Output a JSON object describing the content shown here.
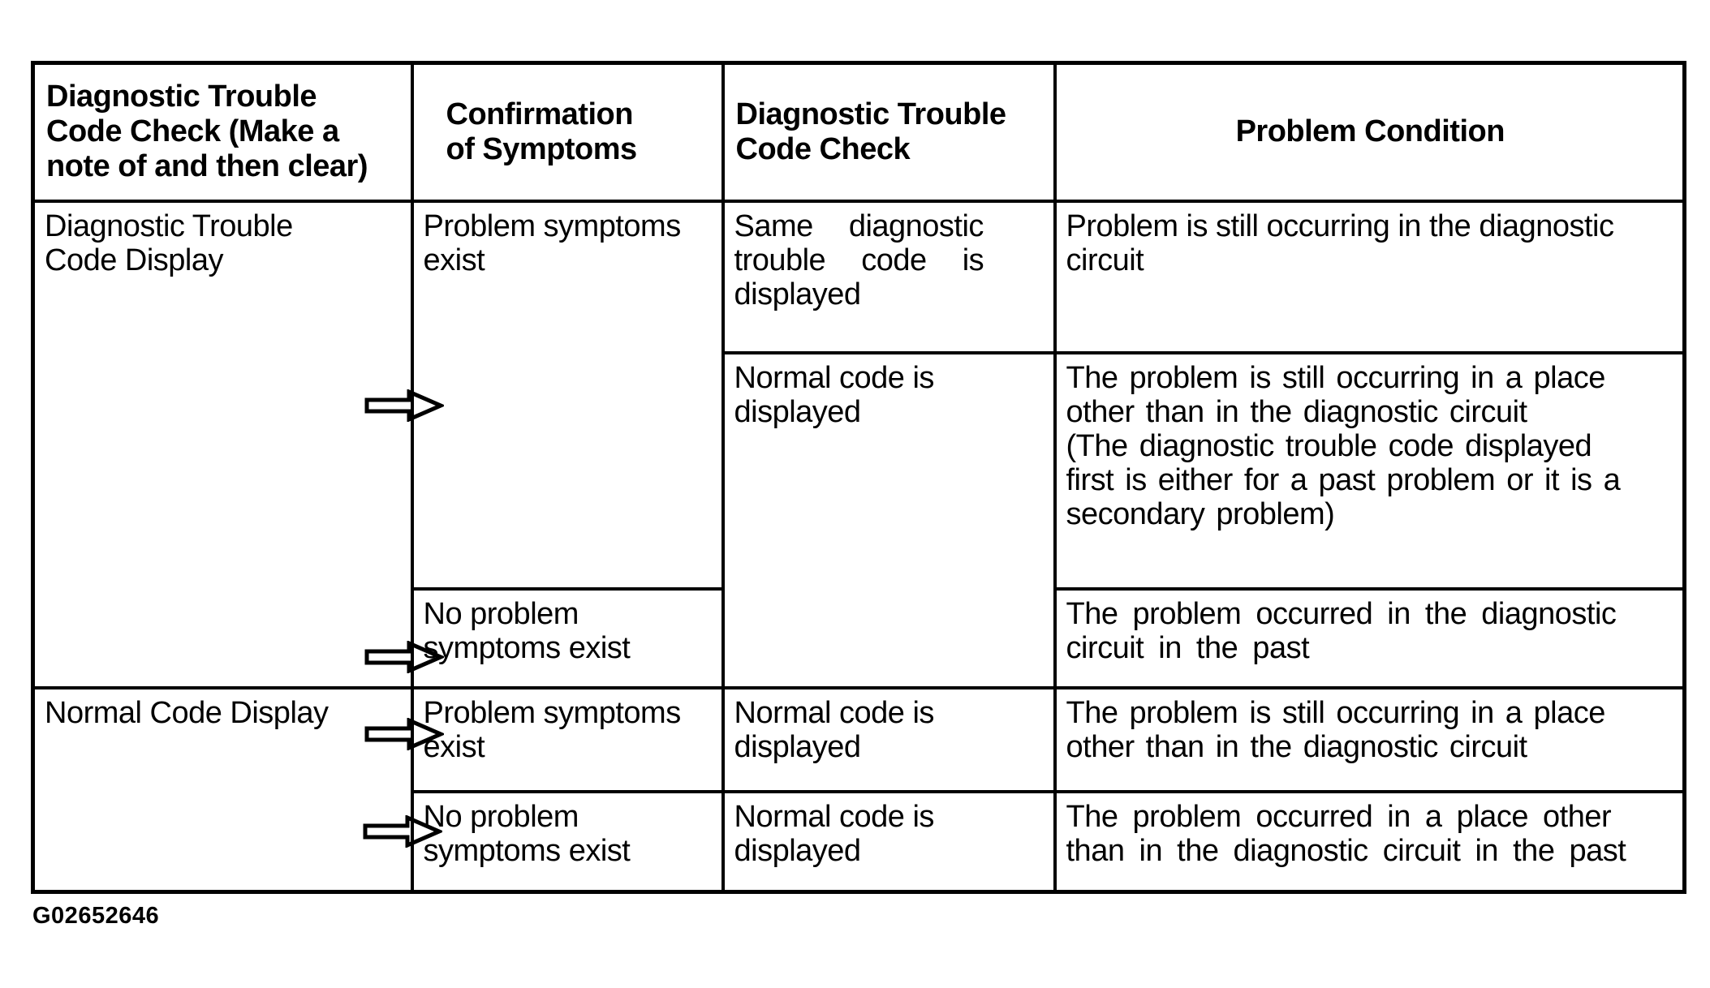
{
  "table": {
    "headers": {
      "code_check": "Diagnostic Trouble\nCode Check (Make a\nnote of and then clear)",
      "confirmation": "Confirmation\nof Symptoms",
      "dtc_check": "Diagnostic Trouble\nCode Check",
      "condition": "Problem Condition"
    },
    "rows": [
      {
        "code_check": "Diagnostic Trouble\nCode Display",
        "confirmation": "Problem symptoms\nexist",
        "dtc_check_result": "Same diagnostic\ntrouble code is\ndisplayed",
        "problem_condition": "Problem is still occurring in the diagnostic\ncircuit"
      },
      {
        "dtc_check_result": "Normal code is\ndisplayed",
        "problem_condition": "The problem is still occurring in a place\nother than in the diagnostic circuit\n(The diagnostic trouble code displayed\nfirst is either for a past problem or it is a\nsecondary problem)"
      },
      {
        "confirmation": "No problem\nsymptoms exist",
        "problem_condition": "The problem occurred in the diagnostic\ncircuit in the past"
      },
      {
        "code_check": "Normal Code Display",
        "confirmation": "Problem symptoms\nexist",
        "dtc_check_result": "Normal code is\ndisplayed",
        "problem_condition": "The problem is still occurring in a place\nother than in the diagnostic circuit"
      },
      {
        "confirmation": "No problem\nsymptoms exist",
        "dtc_check_result": "Normal code is\ndisplayed",
        "problem_condition": "The problem occurred in a place other\nthan in the diagnostic circuit in the past"
      }
    ]
  },
  "figure_code": "G02652646",
  "colors": {
    "background": "#ffffff",
    "line": "#000000",
    "text": "#000000"
  }
}
